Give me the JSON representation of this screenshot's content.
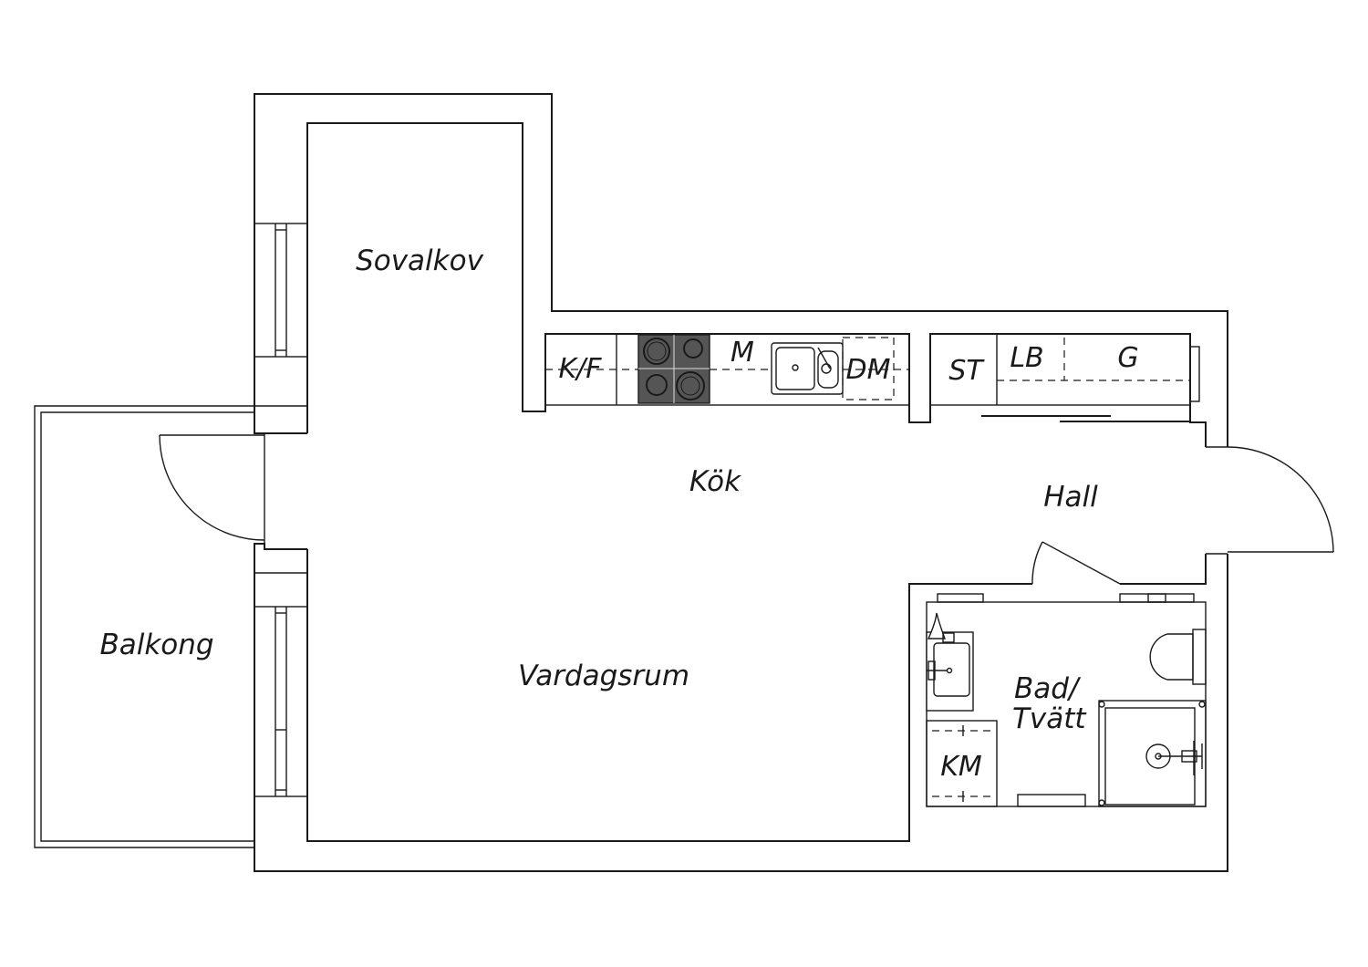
{
  "rooms": {
    "sovalkov": "Sovalkov",
    "balkong": "Balkong",
    "kok": "Kök",
    "hall": "Hall",
    "vardagsrum": "Vardagsrum",
    "bad_line1": "Bad/",
    "bad_line2": "Tvätt"
  },
  "appliances": {
    "kf": "K/F",
    "m": "M",
    "dm": "DM",
    "st": "ST",
    "lb": "LB",
    "g": "G",
    "km": "KM"
  },
  "colors": {
    "line": "#1a1a1a",
    "stove": "#555555",
    "background": "#ffffff"
  }
}
